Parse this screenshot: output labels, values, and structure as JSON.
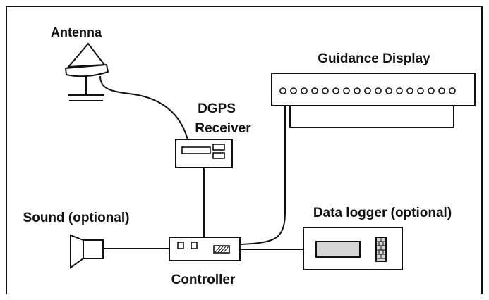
{
  "labels": {
    "antenna": "Antenna",
    "guidance_display": "Guidance Display",
    "dgps_line1": "DGPS",
    "dgps_line2": "Receiver",
    "sound": "Sound (optional)",
    "data_logger": "Data logger (optional)",
    "controller": "Controller"
  },
  "colors": {
    "stroke": "#111111",
    "background": "#ffffff",
    "text": "#111111"
  }
}
